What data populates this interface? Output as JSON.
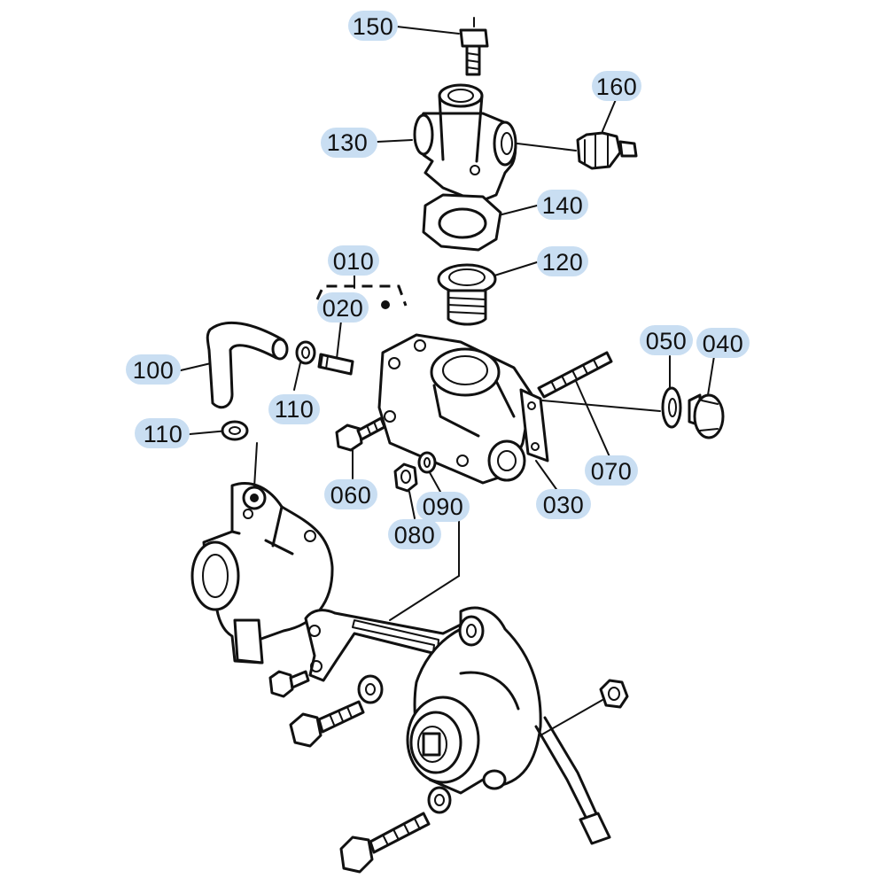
{
  "callouts": {
    "p150": "150",
    "p160": "160",
    "p130": "130",
    "p140": "140",
    "p120": "120",
    "p010": "010",
    "p020": "020",
    "p100": "100",
    "p110a": "110",
    "p110b": "110",
    "p050": "050",
    "p040": "040",
    "p070": "070",
    "p060": "060",
    "p030": "030",
    "p090": "090",
    "p080": "080"
  },
  "colors": {
    "highlight": "#c9def2",
    "line": "#111111",
    "background": "#ffffff"
  }
}
